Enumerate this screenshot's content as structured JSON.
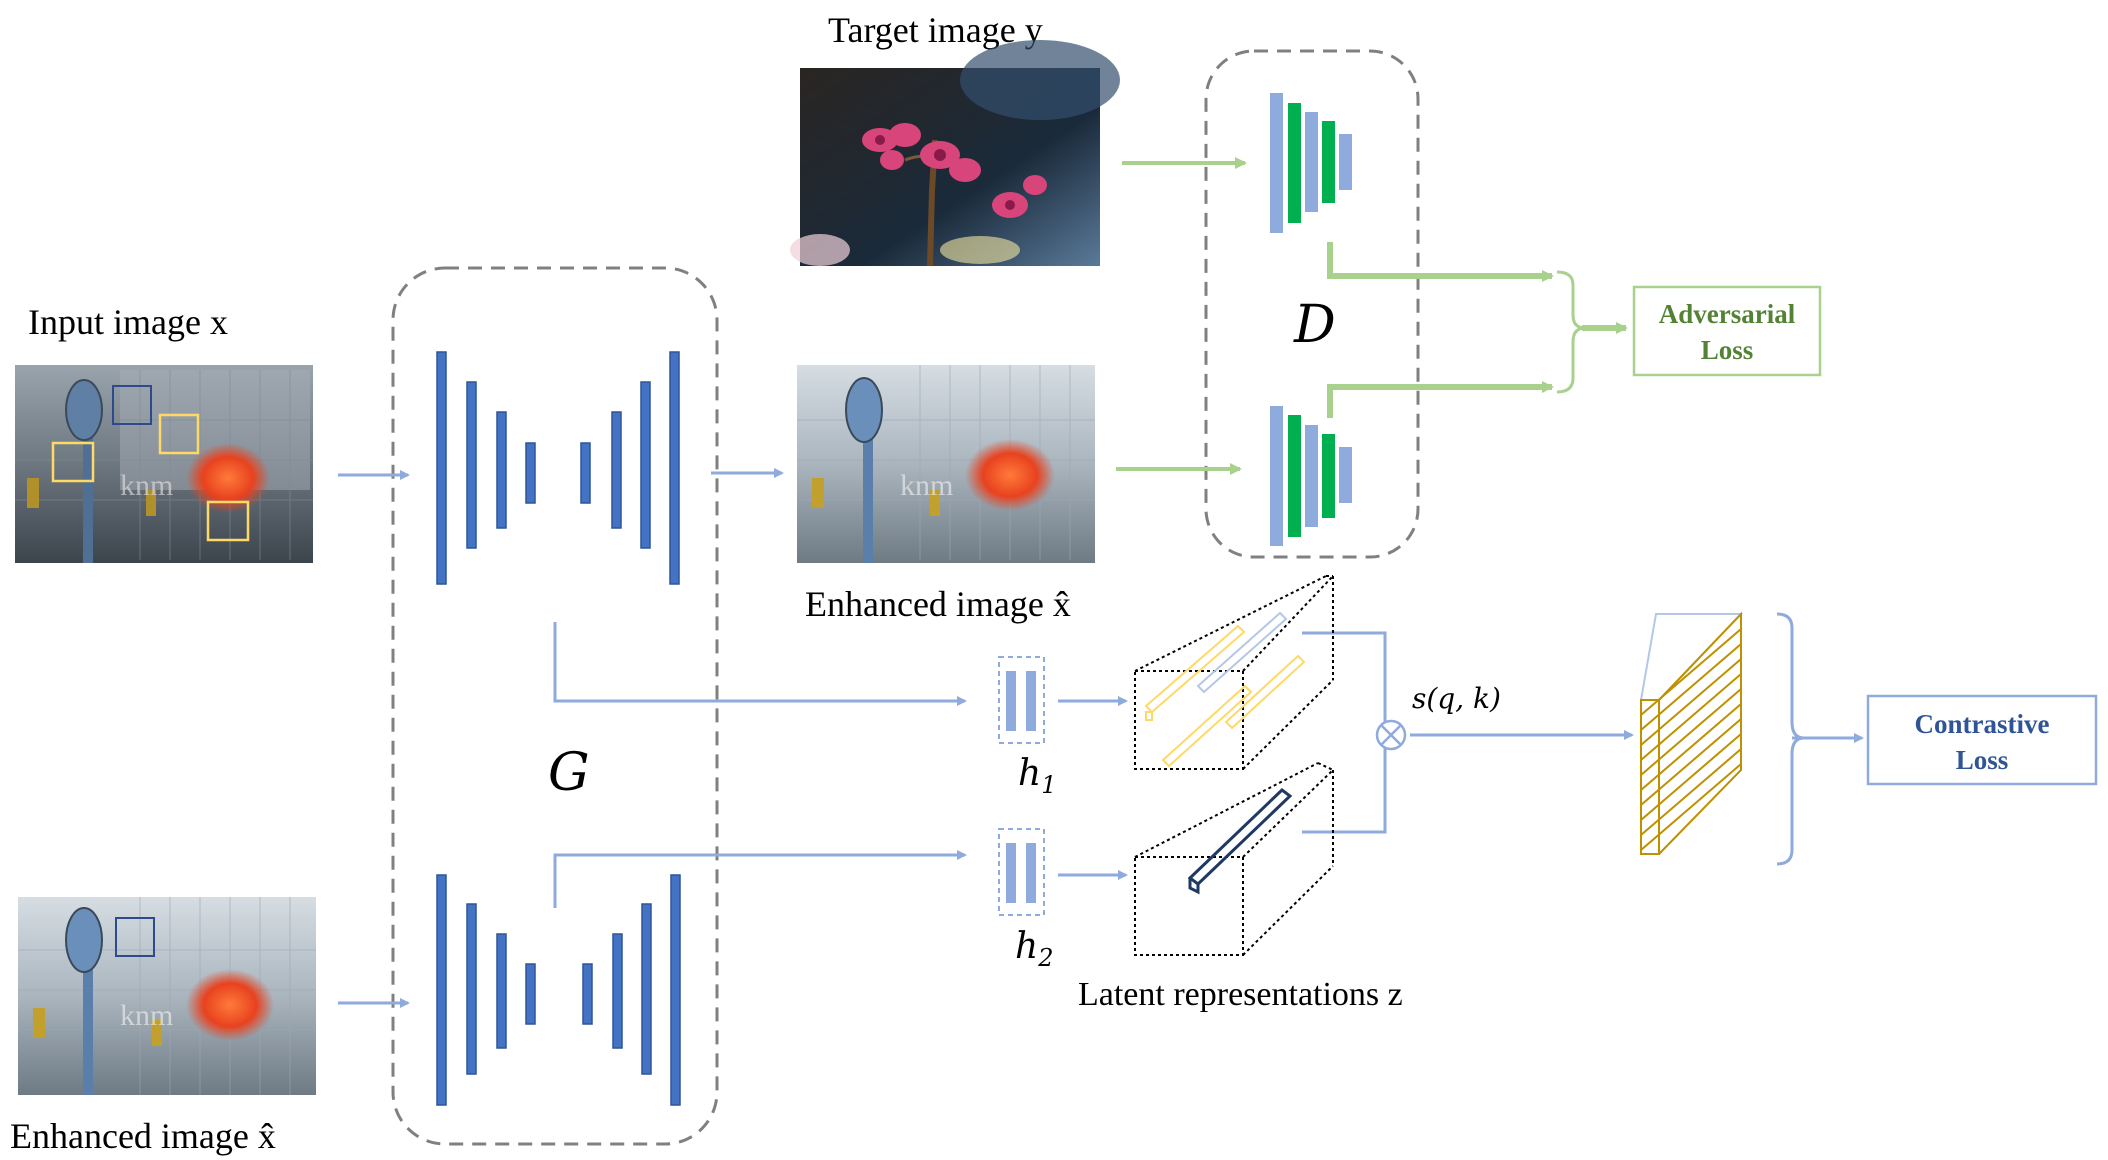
{
  "labels": {
    "target_image": "Target image y",
    "input_image": "Input image x",
    "enhanced_image_top": "Enhanced image x̂",
    "enhanced_image_bottom": "Enhanced image x̂",
    "latent": "Latent representations  z",
    "G": "G",
    "D": "D",
    "h1": "h",
    "h1_sub": "1",
    "h2": "h",
    "h2_sub": "2",
    "similarity": "s(q, k)"
  },
  "loss_boxes": {
    "adversarial_line1": "Adversarial",
    "adversarial_line2": "Loss",
    "contrastive_line1": "Contrastive",
    "contrastive_line2": "Loss"
  },
  "colors": {
    "blue_layer": "#4472c4",
    "light_blue_layer": "#8faadc",
    "green_layer": "#00b050",
    "green_arrow": "#a9d18e",
    "blue_arrow": "#8faadc",
    "adversarial_text": "#548235",
    "contrastive_text": "#2f5597",
    "gold": "#bf9000",
    "yellow_patch": "#ffd966",
    "dashed_gray": "#808080"
  }
}
